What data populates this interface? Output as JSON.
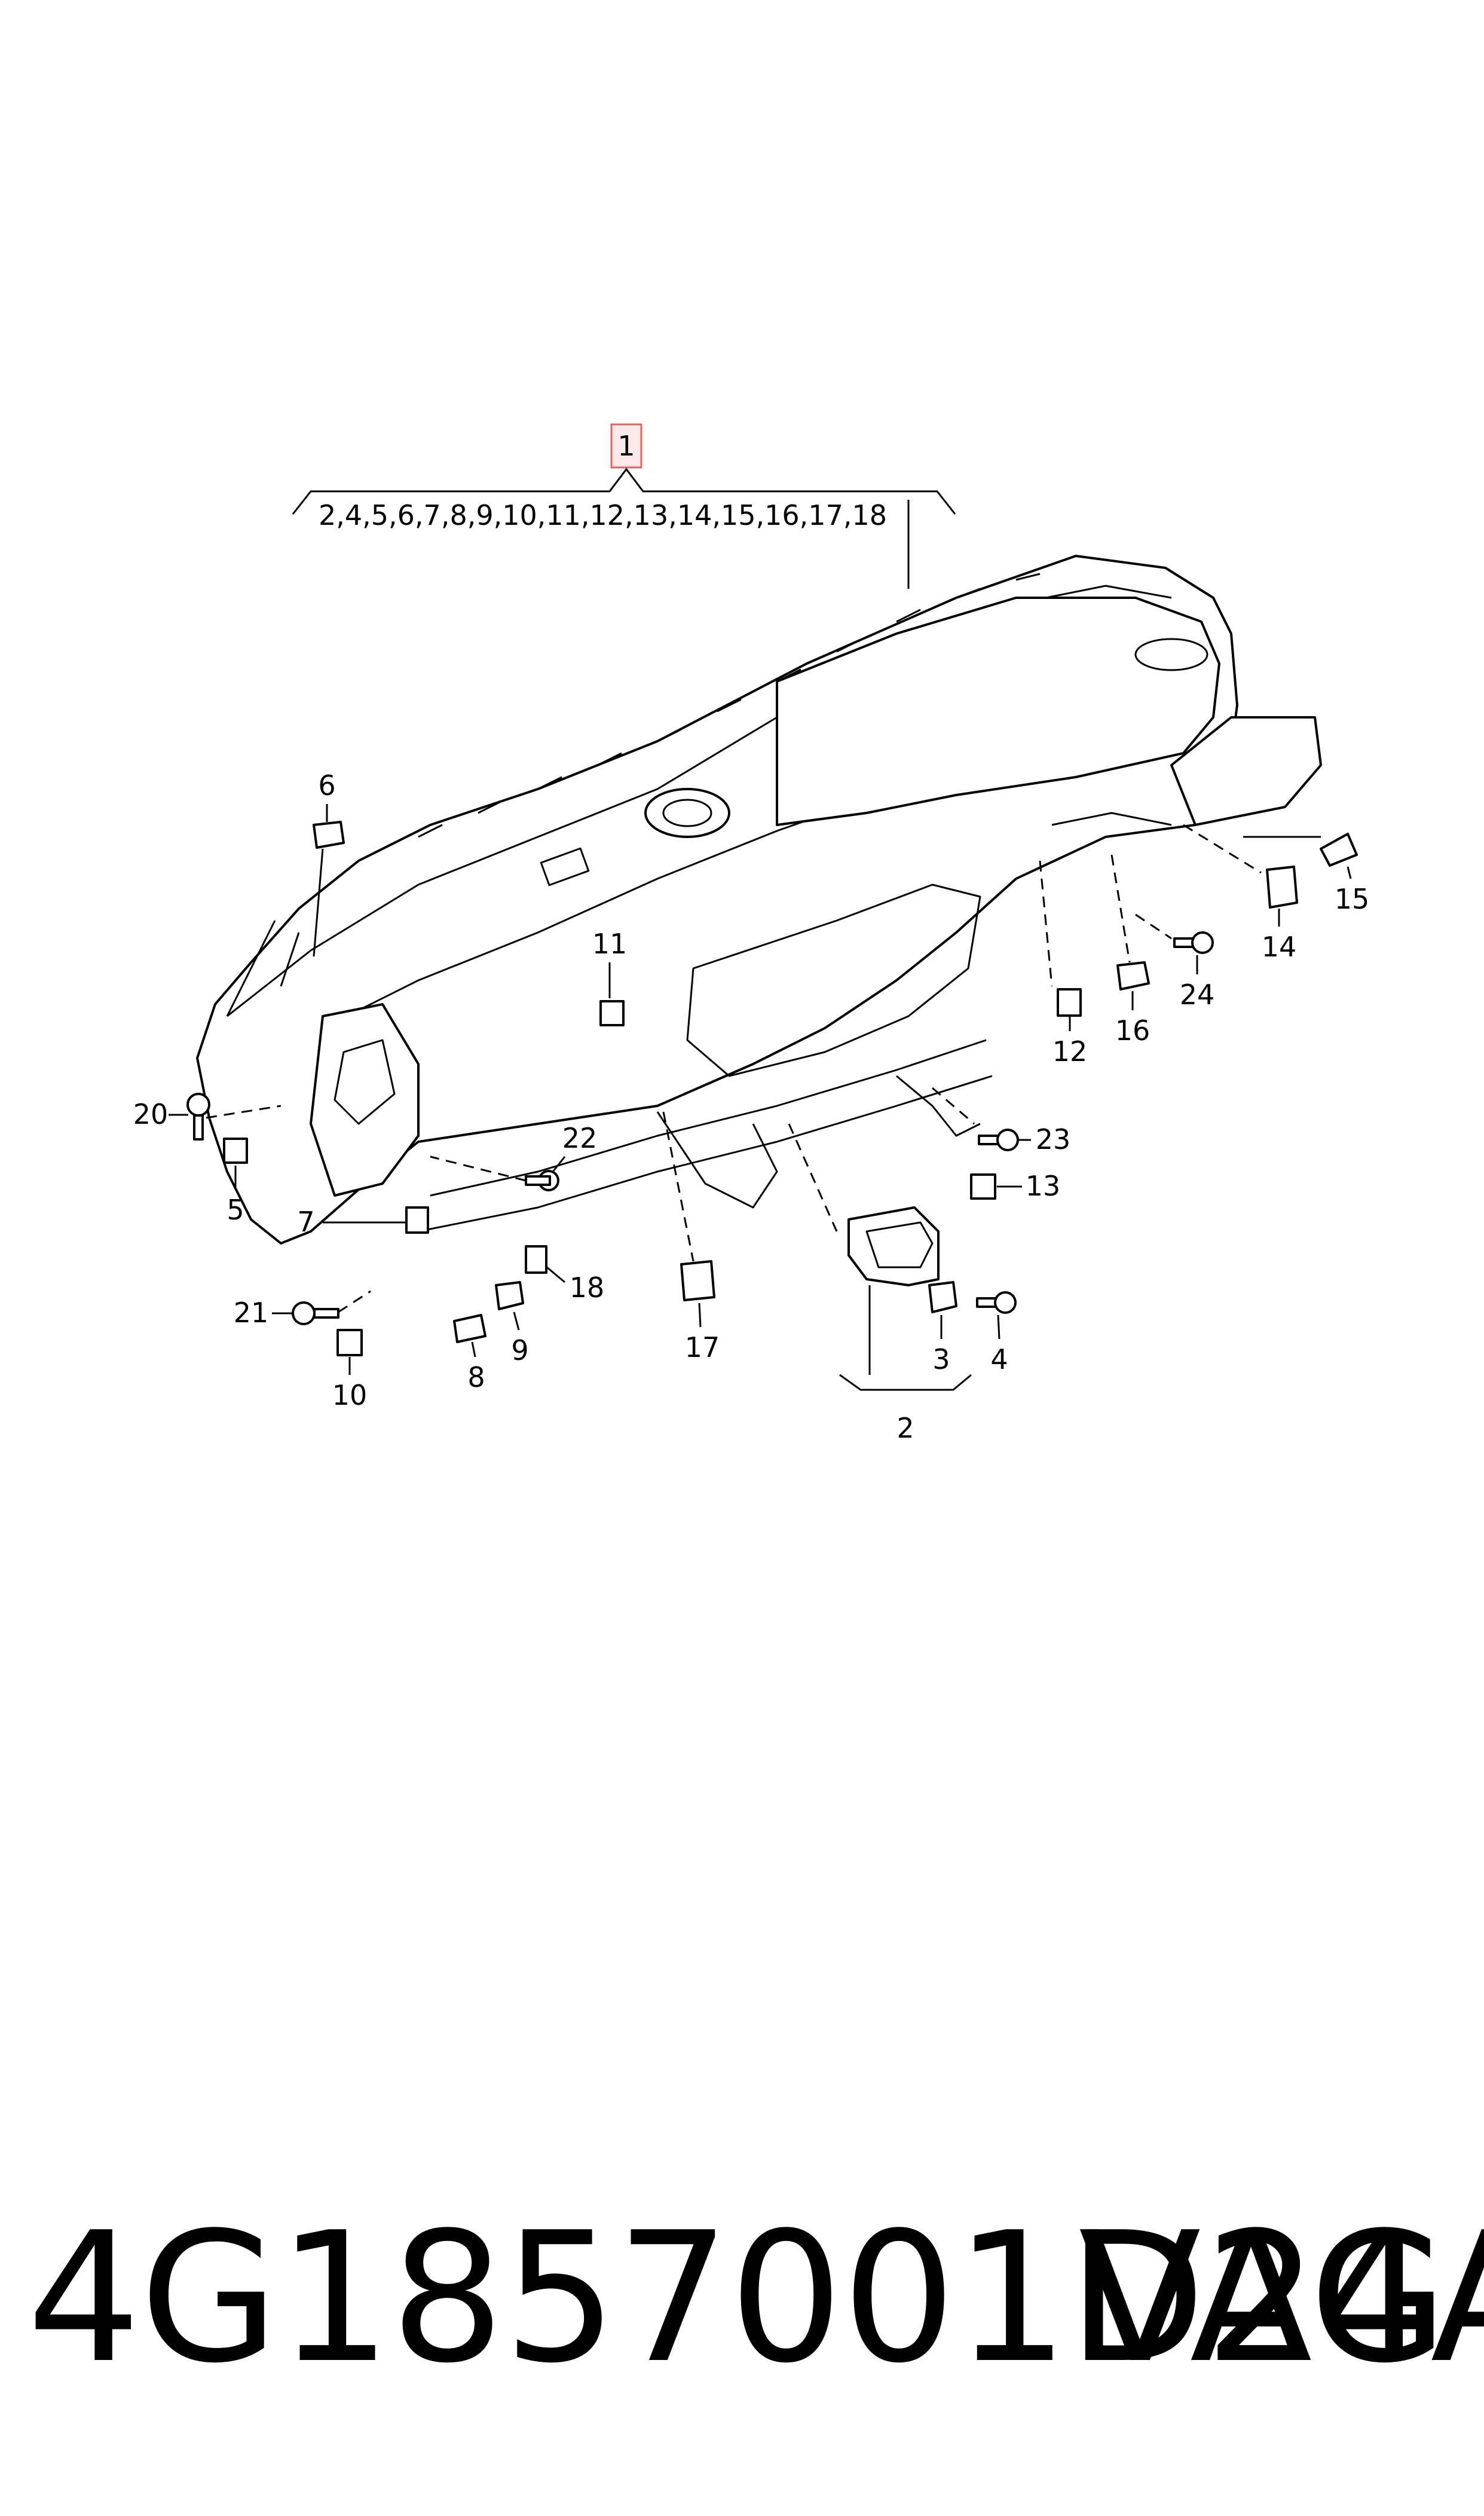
{
  "diagram": {
    "main_callout": "1",
    "main_group_text": "2,4,5,6,7,8,9,10,11,12,13,14,15,16,17,18",
    "callouts": [
      {
        "key": "p6",
        "text": "6"
      },
      {
        "key": "p11",
        "text": "11"
      },
      {
        "key": "p20",
        "text": "20"
      },
      {
        "key": "p5",
        "text": "5"
      },
      {
        "key": "p7",
        "text": "7"
      },
      {
        "key": "p22",
        "text": "22"
      },
      {
        "key": "p18",
        "text": "18"
      },
      {
        "key": "p21",
        "text": "21"
      },
      {
        "key": "p9",
        "text": "9"
      },
      {
        "key": "p10",
        "text": "10"
      },
      {
        "key": "p8",
        "text": "8"
      },
      {
        "key": "p17",
        "text": "17"
      },
      {
        "key": "p3",
        "text": "3"
      },
      {
        "key": "p4",
        "text": "4"
      },
      {
        "key": "p2",
        "text": "2"
      },
      {
        "key": "p23",
        "text": "23"
      },
      {
        "key": "p13",
        "text": "13"
      },
      {
        "key": "p12",
        "text": "12"
      },
      {
        "key": "p16",
        "text": "16"
      },
      {
        "key": "p24",
        "text": "24"
      },
      {
        "key": "p14",
        "text": "14"
      },
      {
        "key": "p15",
        "text": "15"
      }
    ],
    "highlight_color": "#e06060"
  },
  "footer": {
    "part_number": "4G1857001D24A",
    "brand": "VAG"
  }
}
